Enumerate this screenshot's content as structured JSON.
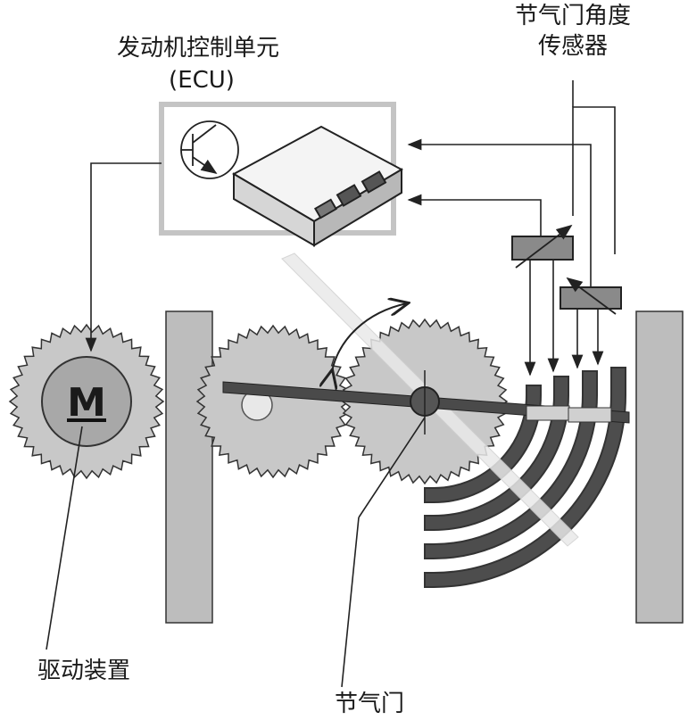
{
  "labels": {
    "ecu_line1": "发动机控制单元",
    "ecu_line2": "(ECU)",
    "sensor_line1": "节气门角度",
    "sensor_line2": "传感器",
    "drive_unit": "驱动装置",
    "throttle": "节气门",
    "motor_letter": "M"
  },
  "colors": {
    "gear_fill": "#c8c8c8",
    "gear_dark": "#9a9a9a",
    "plate": "#bdbdbd",
    "arc_dark": "#4a4a4a",
    "line": "#222222",
    "ecu_frame": "#c4c4c4"
  }
}
